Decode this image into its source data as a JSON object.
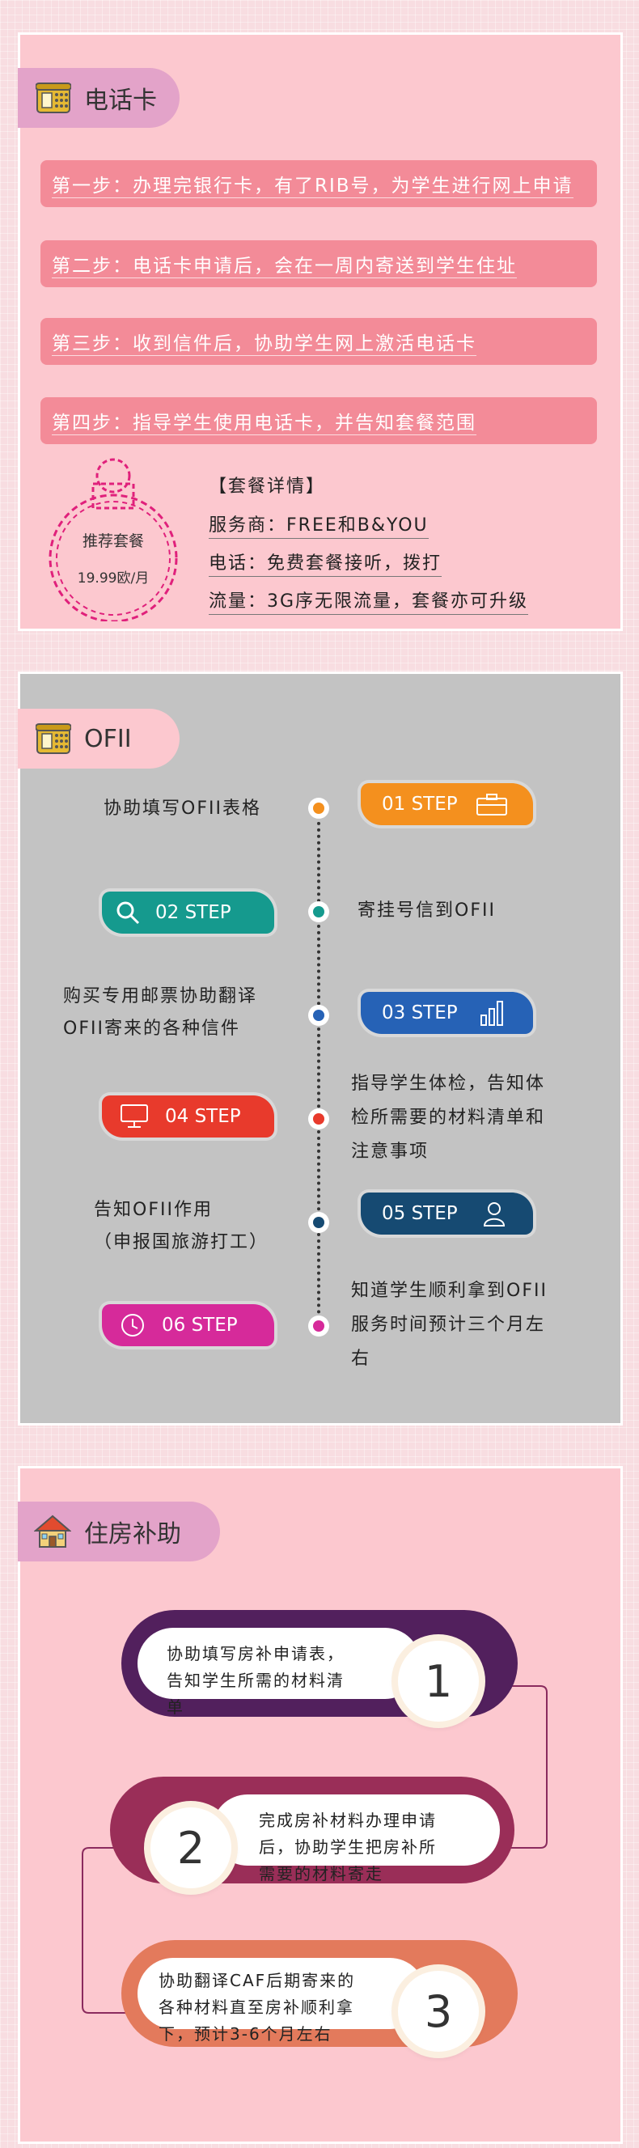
{
  "phone_card": {
    "title": "电话卡",
    "steps": [
      "第一步：办理完银行卡，有了RIB号，为学生进行网上申请",
      "第二步：电话卡申请后，会在一周内寄送到学生住址",
      "第三步：收到信件后，协助学生网上激活电话卡",
      "第四步：指导学生使用电话卡，并告知套餐范围"
    ],
    "badge_title": "推荐套餐",
    "badge_price": "19.99欧/月",
    "package": {
      "heading": "【套餐详情】",
      "provider": "服务商：FREE和B&YOU",
      "calls": "电话：免费套餐接听，拨打",
      "data": "流量：3G序无限流量，套餐亦可升级"
    }
  },
  "ofii": {
    "title": "OFII",
    "steps": [
      {
        "label": "01 STEP",
        "color": "#f4901e",
        "text": "协助填写OFII表格",
        "icon": "briefcase-icon"
      },
      {
        "label": "02 STEP",
        "color": "#159a8e",
        "text": "寄挂号信到OFII",
        "icon": "search-icon"
      },
      {
        "label": "03 STEP",
        "color": "#2662b6",
        "text": "购买专用邮票协助翻译OFII寄来的各种信件",
        "icon": "bar-chart-icon"
      },
      {
        "label": "04 STEP",
        "color": "#e83a2c",
        "text": "指导学生体检，告知体检所需要的材料清单和注意事项",
        "icon": "monitor-icon"
      },
      {
        "label": "05 STEP",
        "color": "#164a72",
        "text": "告知OFII作用（申报国旅游打工）",
        "icon": "user-icon"
      },
      {
        "label": "06 STEP",
        "color": "#d62a9a",
        "text": "知道学生顺利拿到OFII服务时间预计三个月左右",
        "icon": "clock-icon"
      }
    ],
    "texts": {
      "s1": "协助填写OFII表格",
      "s2": "寄挂号信到OFII",
      "s3a": "购买专用邮票协助翻译",
      "s3b": "OFII寄来的各种信件",
      "s4a": "指导学生体检，告知体",
      "s4b": "检所需要的材料清单和",
      "s4c": "注意事项",
      "s5a": "告知OFII作用",
      "s5b": "（申报国旅游打工）",
      "s6a": "知道学生顺利拿到OFII",
      "s6b": "服务时间预计三个月左",
      "s6c": "右"
    }
  },
  "housing": {
    "title": "住房补助",
    "items": [
      {
        "num": "1",
        "l1": "协助填写房补申请表，",
        "l2": "告知学生所需的材料清",
        "l3": "单",
        "color": "#52205d"
      },
      {
        "num": "2",
        "l1": "完成房补材料办理申请",
        "l2": "后，协助学生把房补所",
        "l3": "需要的材料寄走",
        "color": "#9a2e58"
      },
      {
        "num": "3",
        "l1": "协助翻译CAF后期寄来的",
        "l2": "各种材料直至房补顺利拿",
        "l3": "下，预计3-6个月左右",
        "color": "#e37a5c"
      }
    ]
  }
}
